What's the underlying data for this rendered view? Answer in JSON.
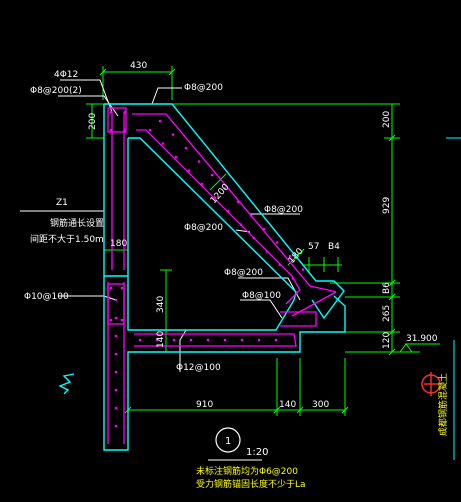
{
  "dims": {
    "top_width": "430",
    "left_top": "200",
    "right_top": "200",
    "right_929": "929",
    "dim_57": "57",
    "dim_b4": "B4",
    "right_b6": "B6",
    "right_265": "265",
    "right_120": "120",
    "left_180": "180",
    "left_340": "340",
    "left_140": "140",
    "bottom_910": "910",
    "bottom_140": "140",
    "bottom_300": "300",
    "diag_1200": "1200",
    "diag_180": "180"
  },
  "labels": {
    "top_bars": "4Φ12",
    "top_stirrup": "Φ8@200(2)",
    "top_right": "Φ8@200",
    "column_name": "Z1",
    "column_note1": "钢筋通长设置",
    "column_note2": "间距不大于1.50m",
    "rebar_mid_right": "Φ8@200",
    "rebar_mid_left": "Φ8@200",
    "rebar_left": "Φ10@100",
    "rebar_box1": "Φ8@200",
    "rebar_box2": "Φ8@100",
    "rebar_bottom": "Φ12@100",
    "elevation": "31.900",
    "detail_number": "1",
    "scale": "1:20",
    "note1": "未标注钢筋均为Φ6@200",
    "note2": "受力钢筋锚固长度不少于La",
    "right_side_text": "成都钢筋混凝土"
  },
  "colors": {
    "background": "#000000",
    "concrete": "#00ffff",
    "rebar": "#ff00ff",
    "dimension": "#00ff00",
    "text": "#ffffff",
    "red": "#ff3030",
    "yellow": "#ffff00"
  }
}
